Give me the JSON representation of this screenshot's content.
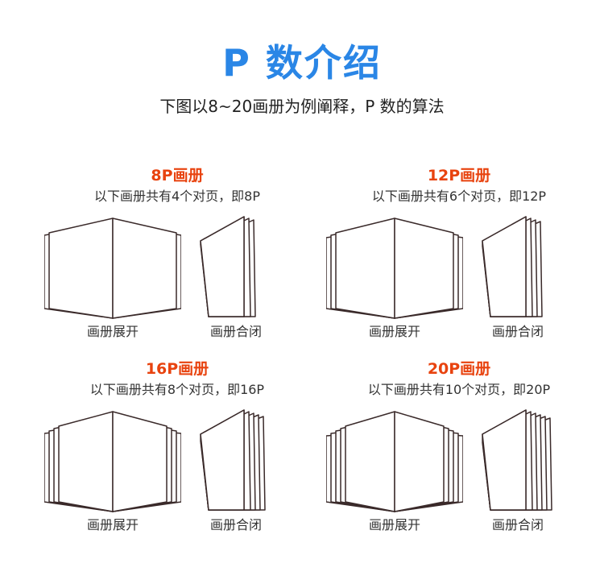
{
  "title": "P 数介绍",
  "subtitle": "下图以8~20画册为例阐释，P 数的算法",
  "panels": [
    {
      "title": "8P画册",
      "description": "以下画册共有4个对页，即8P",
      "spreads": 4,
      "open_label": "画册展开",
      "closed_label": "画册合闭"
    },
    {
      "title": "12P画册",
      "description": "以下画册共有6个对页，即12P",
      "spreads": 6,
      "open_label": "画册展开",
      "closed_label": "画册合闭"
    },
    {
      "title": "16P画册",
      "description": "以下画册共有8个对页，即16P",
      "spreads": 8,
      "open_label": "画册展开",
      "closed_label": "画册合闭"
    },
    {
      "title": "20P画册",
      "description": "以下画册共有10个对页，即20P",
      "spreads": 10,
      "open_label": "画册展开",
      "closed_label": "画册合闭"
    }
  ],
  "colors": {
    "title": "#2a86e6",
    "panel_title": "#e8430f",
    "line": "#3a2a2a"
  }
}
